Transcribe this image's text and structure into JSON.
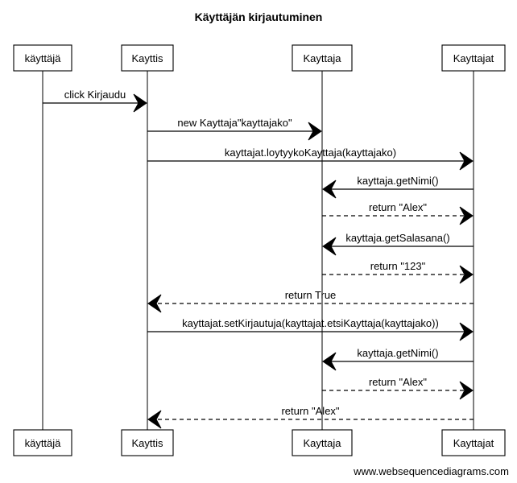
{
  "diagram": {
    "title": "Käyttäjän kirjautuminen",
    "watermark": "www.websequencediagrams.com",
    "participants": [
      "käyttäjä",
      "Kayttis",
      "Kayttaja",
      "Kayttajat"
    ],
    "messages": [
      {
        "from": 0,
        "to": 1,
        "label": "click Kirjaudu",
        "style": "solid"
      },
      {
        "from": 1,
        "to": 2,
        "label": "new Kayttaja\"kayttajako\"",
        "style": "solid"
      },
      {
        "from": 1,
        "to": 3,
        "label": "kayttajat.loytyykoKayttaja(kayttajako)",
        "style": "solid"
      },
      {
        "from": 3,
        "to": 2,
        "label": "kayttaja.getNimi()",
        "style": "solid"
      },
      {
        "from": 2,
        "to": 3,
        "label": "return \"Alex\"",
        "style": "dashed"
      },
      {
        "from": 3,
        "to": 2,
        "label": "kayttaja.getSalasana()",
        "style": "solid"
      },
      {
        "from": 2,
        "to": 3,
        "label": "return \"123\"",
        "style": "dashed"
      },
      {
        "from": 3,
        "to": 1,
        "label": "return True",
        "style": "dashed"
      },
      {
        "from": 1,
        "to": 3,
        "label": "kayttajat.setKirjautuja(kayttajat.etsiKayttaja(kayttajako))",
        "style": "solid"
      },
      {
        "from": 3,
        "to": 2,
        "label": "kayttaja.getNimi()",
        "style": "solid"
      },
      {
        "from": 2,
        "to": 3,
        "label": "return \"Alex\"",
        "style": "dashed"
      },
      {
        "from": 3,
        "to": 1,
        "label": "return \"Alex\"",
        "style": "dashed"
      }
    ]
  }
}
